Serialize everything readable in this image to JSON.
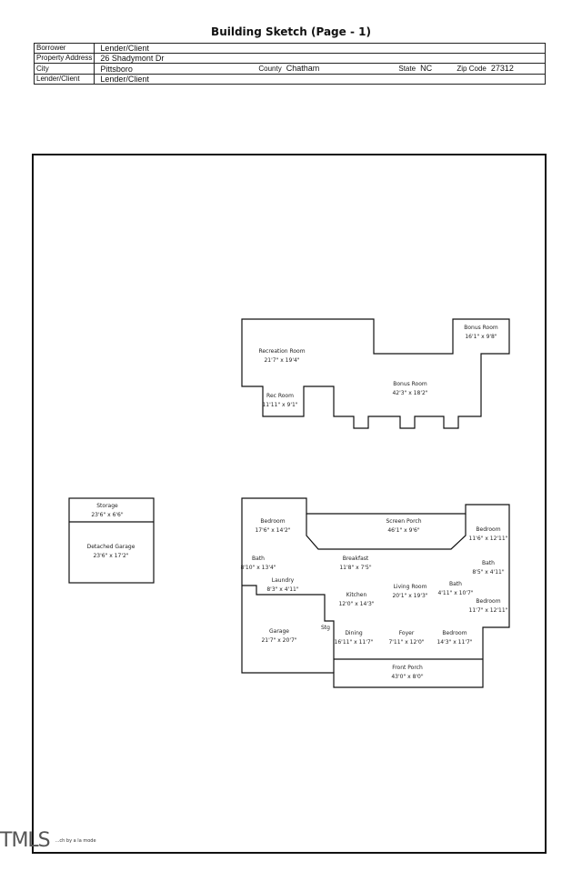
{
  "header": {
    "title": "Building Sketch (Page - 1)"
  },
  "info": {
    "borrower_label": "Borrower",
    "borrower": "Lender/Client",
    "address_label": "Property Address",
    "address": "26 Shadymont Dr",
    "city_label": "City",
    "city": "Pittsboro",
    "county_label": "County",
    "county": "Chatham",
    "state_label": "State",
    "state": "NC",
    "zip_label": "Zip Code",
    "zip": "27312",
    "lender_label": "Lender/Client",
    "lender": "Lender/Client"
  },
  "rooms": [
    {
      "name": "Recreation Room",
      "dims": "21'7\" x 19'4\""
    },
    {
      "name": "Rec Room",
      "dims": "11'11\" x 9'1\""
    },
    {
      "name": "Bonus Room",
      "dims": "42'3\" x 18'2\""
    },
    {
      "name": "Bonus Room",
      "dims": "16'1\" x 9'8\""
    },
    {
      "name": "Storage",
      "dims": "23'6\" x 6'6\""
    },
    {
      "name": "Detached Garage",
      "dims": "23'6\" x 17'2\""
    },
    {
      "name": "Bedroom",
      "dims": "17'6\" x 14'2\""
    },
    {
      "name": "Screen Porch",
      "dims": "46'1\" x 9'6\""
    },
    {
      "name": "Bedroom",
      "dims": "11'6\" x 12'11\""
    },
    {
      "name": "Bath",
      "dims": "8'10\" x 13'4\""
    },
    {
      "name": "Breakfast",
      "dims": "11'8\" x 7'5\""
    },
    {
      "name": "Bath",
      "dims": "8'5\" x 4'11\""
    },
    {
      "name": "Laundry",
      "dims": "8'3\" x 4'11\""
    },
    {
      "name": "Living Room",
      "dims": "20'1\" x 19'3\""
    },
    {
      "name": "Bath",
      "dims": "4'11\" x 10'7\""
    },
    {
      "name": "Kitchen",
      "dims": "12'0\" x 14'3\""
    },
    {
      "name": "Bedroom",
      "dims": "11'7\" x 12'11\""
    },
    {
      "name": "Stg",
      "dims": ""
    },
    {
      "name": "Garage",
      "dims": "21'7\" x 20'7\""
    },
    {
      "name": "Dining",
      "dims": "16'11\" x 11'7\""
    },
    {
      "name": "Foyer",
      "dims": "7'11\" x 12'0\""
    },
    {
      "name": "Bedroom",
      "dims": "14'3\" x 11'7\""
    },
    {
      "name": "Front Porch",
      "dims": "43'0\" x 8'0\""
    }
  ],
  "footer": {
    "watermark": "TMLS",
    "credit": "...ch by a la mode"
  }
}
